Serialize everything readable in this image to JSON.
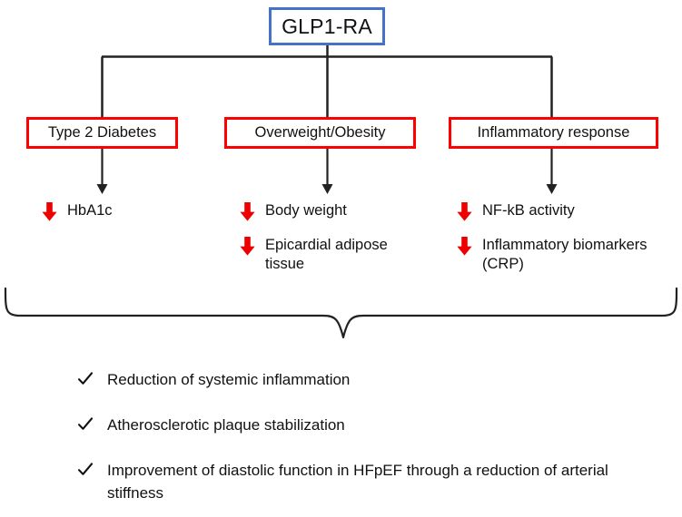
{
  "colors": {
    "root_border": "#4472C4",
    "category_border": "#FF0000",
    "arrow_red": "#EE0000",
    "connector_black": "#222222",
    "text": "#111111",
    "background": "#FFFFFF"
  },
  "root": {
    "label": "GLP1-RA",
    "icon": "rectangle-box"
  },
  "categories": [
    {
      "label": "Type 2 Diabetes"
    },
    {
      "label": "Overweight/Obesity"
    },
    {
      "label": "Inflammatory response"
    }
  ],
  "effects": [
    {
      "category": "Type 2 Diabetes",
      "items": [
        {
          "icon": "down-arrow-icon",
          "text": "HbA1c"
        }
      ]
    },
    {
      "category": "Overweight/Obesity",
      "items": [
        {
          "icon": "down-arrow-icon",
          "text": "Body weight"
        },
        {
          "icon": "down-arrow-icon",
          "text": "Epicardial adipose tissue"
        }
      ]
    },
    {
      "category": "Inflammatory response",
      "items": [
        {
          "icon": "down-arrow-icon",
          "text": "NF-kB activity"
        },
        {
          "icon": "down-arrow-icon",
          "text": "Inflammatory biomarkers (CRP)"
        }
      ]
    }
  ],
  "outcomes": [
    {
      "icon": "check-icon",
      "text": "Reduction of systemic inflammation"
    },
    {
      "icon": "check-icon",
      "text": "Atherosclerotic plaque stabilization"
    },
    {
      "icon": "check-icon",
      "text": "Improvement of diastolic function in HFpEF through a reduction of arterial stiffness"
    }
  ]
}
